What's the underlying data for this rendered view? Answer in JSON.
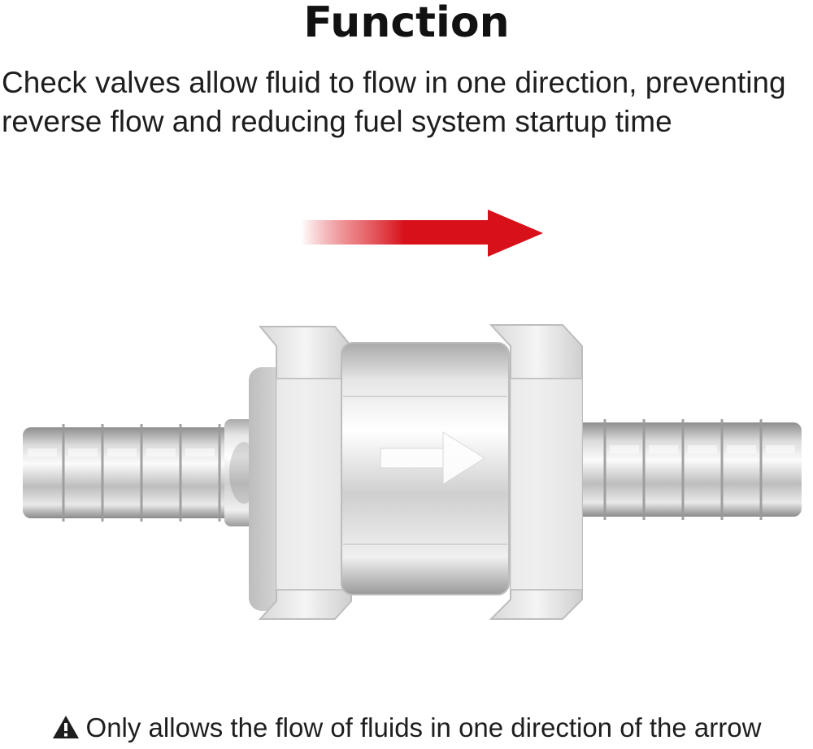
{
  "heading": "Function",
  "description": {
    "line1": "Check valves allow fluid to flow in one direction, preventing",
    "line2": "reverse flow and reducing fuel system startup time"
  },
  "note": {
    "icon": "warning-triangle-icon",
    "text": "Only allows the flow of fluids in one direction of the arrow"
  },
  "colors": {
    "flow_arrow": "#d7101a",
    "metal_light": "#f4f4f4",
    "metal_mid": "#c8c8c8",
    "metal_dark": "#8a8a8a"
  }
}
